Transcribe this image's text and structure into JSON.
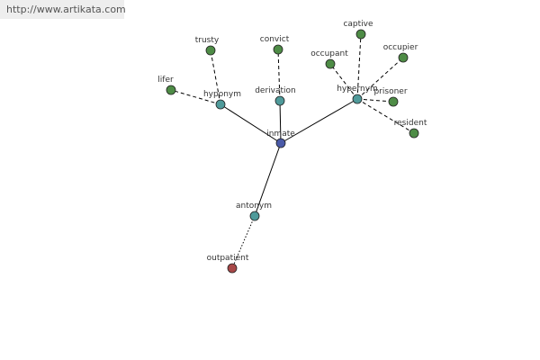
{
  "header": {
    "url": "http://www.artikata.com"
  },
  "colors": {
    "center": "#4a5aa8",
    "relation": "#4f9a9a",
    "word": "#4e8c46",
    "antonym_word": "#a84848"
  },
  "graph": {
    "nodes": [
      {
        "id": "inmate",
        "label": "inmate",
        "kind": "center"
      },
      {
        "id": "hyponym",
        "label": "hyponym",
        "kind": "relation"
      },
      {
        "id": "derivation",
        "label": "derivation",
        "kind": "relation"
      },
      {
        "id": "hypernym",
        "label": "hypernym",
        "kind": "relation"
      },
      {
        "id": "antonym",
        "label": "antonym",
        "kind": "relation"
      },
      {
        "id": "lifer",
        "label": "lifer",
        "kind": "word"
      },
      {
        "id": "trusty",
        "label": "trusty",
        "kind": "word"
      },
      {
        "id": "convict",
        "label": "convict",
        "kind": "word"
      },
      {
        "id": "captive",
        "label": "captive",
        "kind": "word"
      },
      {
        "id": "occupant",
        "label": "occupant",
        "kind": "word"
      },
      {
        "id": "occupier",
        "label": "occupier",
        "kind": "word"
      },
      {
        "id": "prisoner",
        "label": "prisoner",
        "kind": "word"
      },
      {
        "id": "resident",
        "label": "resident",
        "kind": "word"
      },
      {
        "id": "outpatient",
        "label": "outpatient",
        "kind": "antonym_word"
      }
    ],
    "edges": [
      {
        "from": "inmate",
        "to": "hyponym",
        "style": "solid"
      },
      {
        "from": "inmate",
        "to": "derivation",
        "style": "solid"
      },
      {
        "from": "inmate",
        "to": "hypernym",
        "style": "solid"
      },
      {
        "from": "inmate",
        "to": "antonym",
        "style": "solid"
      },
      {
        "from": "hyponym",
        "to": "lifer",
        "style": "dashed"
      },
      {
        "from": "hyponym",
        "to": "trusty",
        "style": "dashed"
      },
      {
        "from": "derivation",
        "to": "convict",
        "style": "dashed"
      },
      {
        "from": "hypernym",
        "to": "captive",
        "style": "dashed"
      },
      {
        "from": "hypernym",
        "to": "occupant",
        "style": "dashed"
      },
      {
        "from": "hypernym",
        "to": "occupier",
        "style": "dashed"
      },
      {
        "from": "hypernym",
        "to": "prisoner",
        "style": "dashed"
      },
      {
        "from": "hypernym",
        "to": "resident",
        "style": "dashed"
      },
      {
        "from": "antonym",
        "to": "outpatient",
        "style": "dotted"
      }
    ]
  }
}
